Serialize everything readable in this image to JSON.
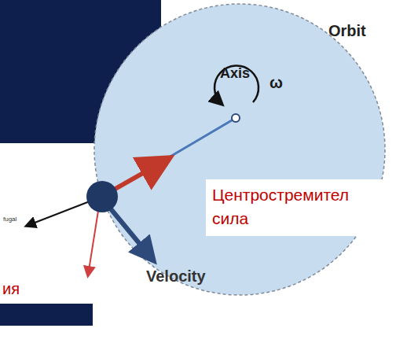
{
  "diagram": {
    "labels": [
      "Orbit",
      "Axis",
      "ω",
      "Центростремител",
      "сила",
      "fugal",
      "ия",
      "Velocity"
    ]
  }
}
